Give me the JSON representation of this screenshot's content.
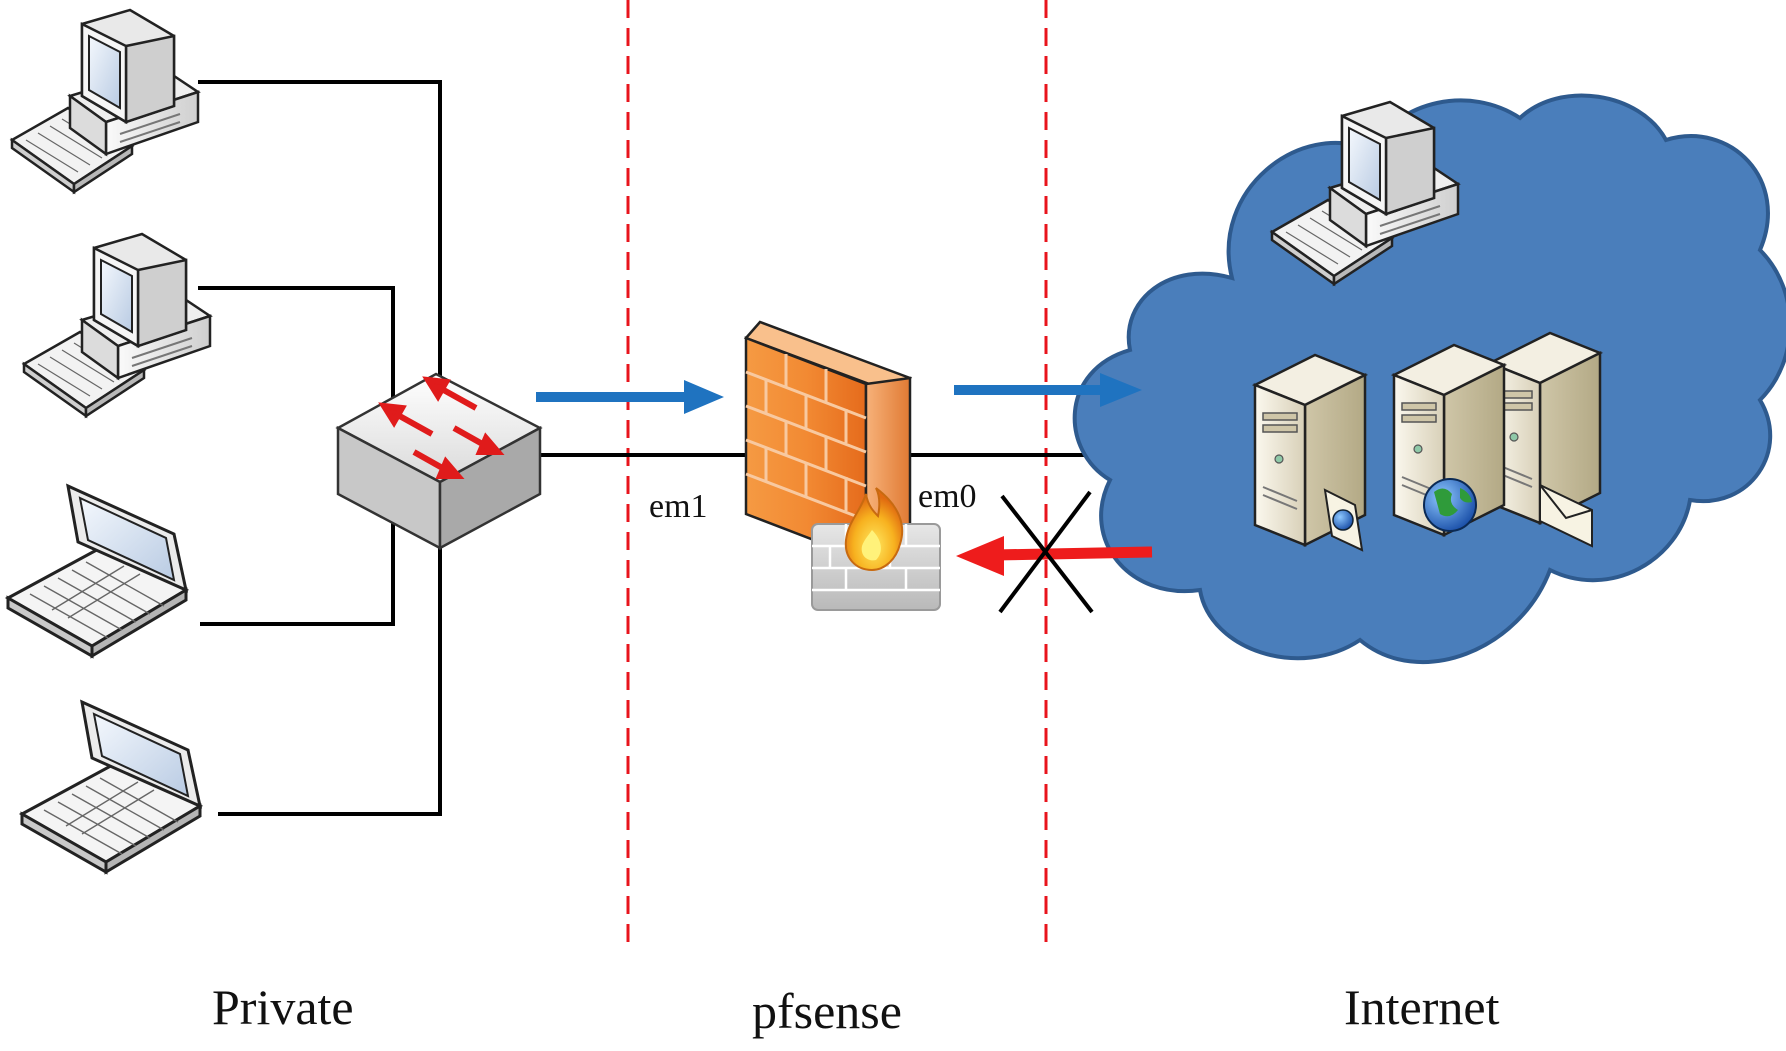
{
  "zones": [
    {
      "id": "private",
      "label": "Private"
    },
    {
      "id": "firewall",
      "label": "pfsense"
    },
    {
      "id": "internet",
      "label": "Internet"
    }
  ],
  "interfaces": {
    "lan": "em1",
    "wan": "em0"
  },
  "colors": {
    "line": "#000000",
    "zone_divider": "#e8141c",
    "outbound_arrow": "#1f73c0",
    "inbound_arrow": "#ee1c1c",
    "cloud_fill": "#4a7ebb",
    "cloud_stroke": "#2e5a8e",
    "firewall_brick": "#f07a2a"
  },
  "icons": {
    "workstation": "desktop-computer-icon",
    "laptop": "laptop-icon",
    "switch": "network-switch-icon",
    "firewall": "brick-firewall-icon",
    "fire_badge": "fire-wall-badge-icon",
    "cloud": "internet-cloud-icon",
    "servers": "server-rack-icon",
    "blocked": "blocked-x-icon"
  }
}
